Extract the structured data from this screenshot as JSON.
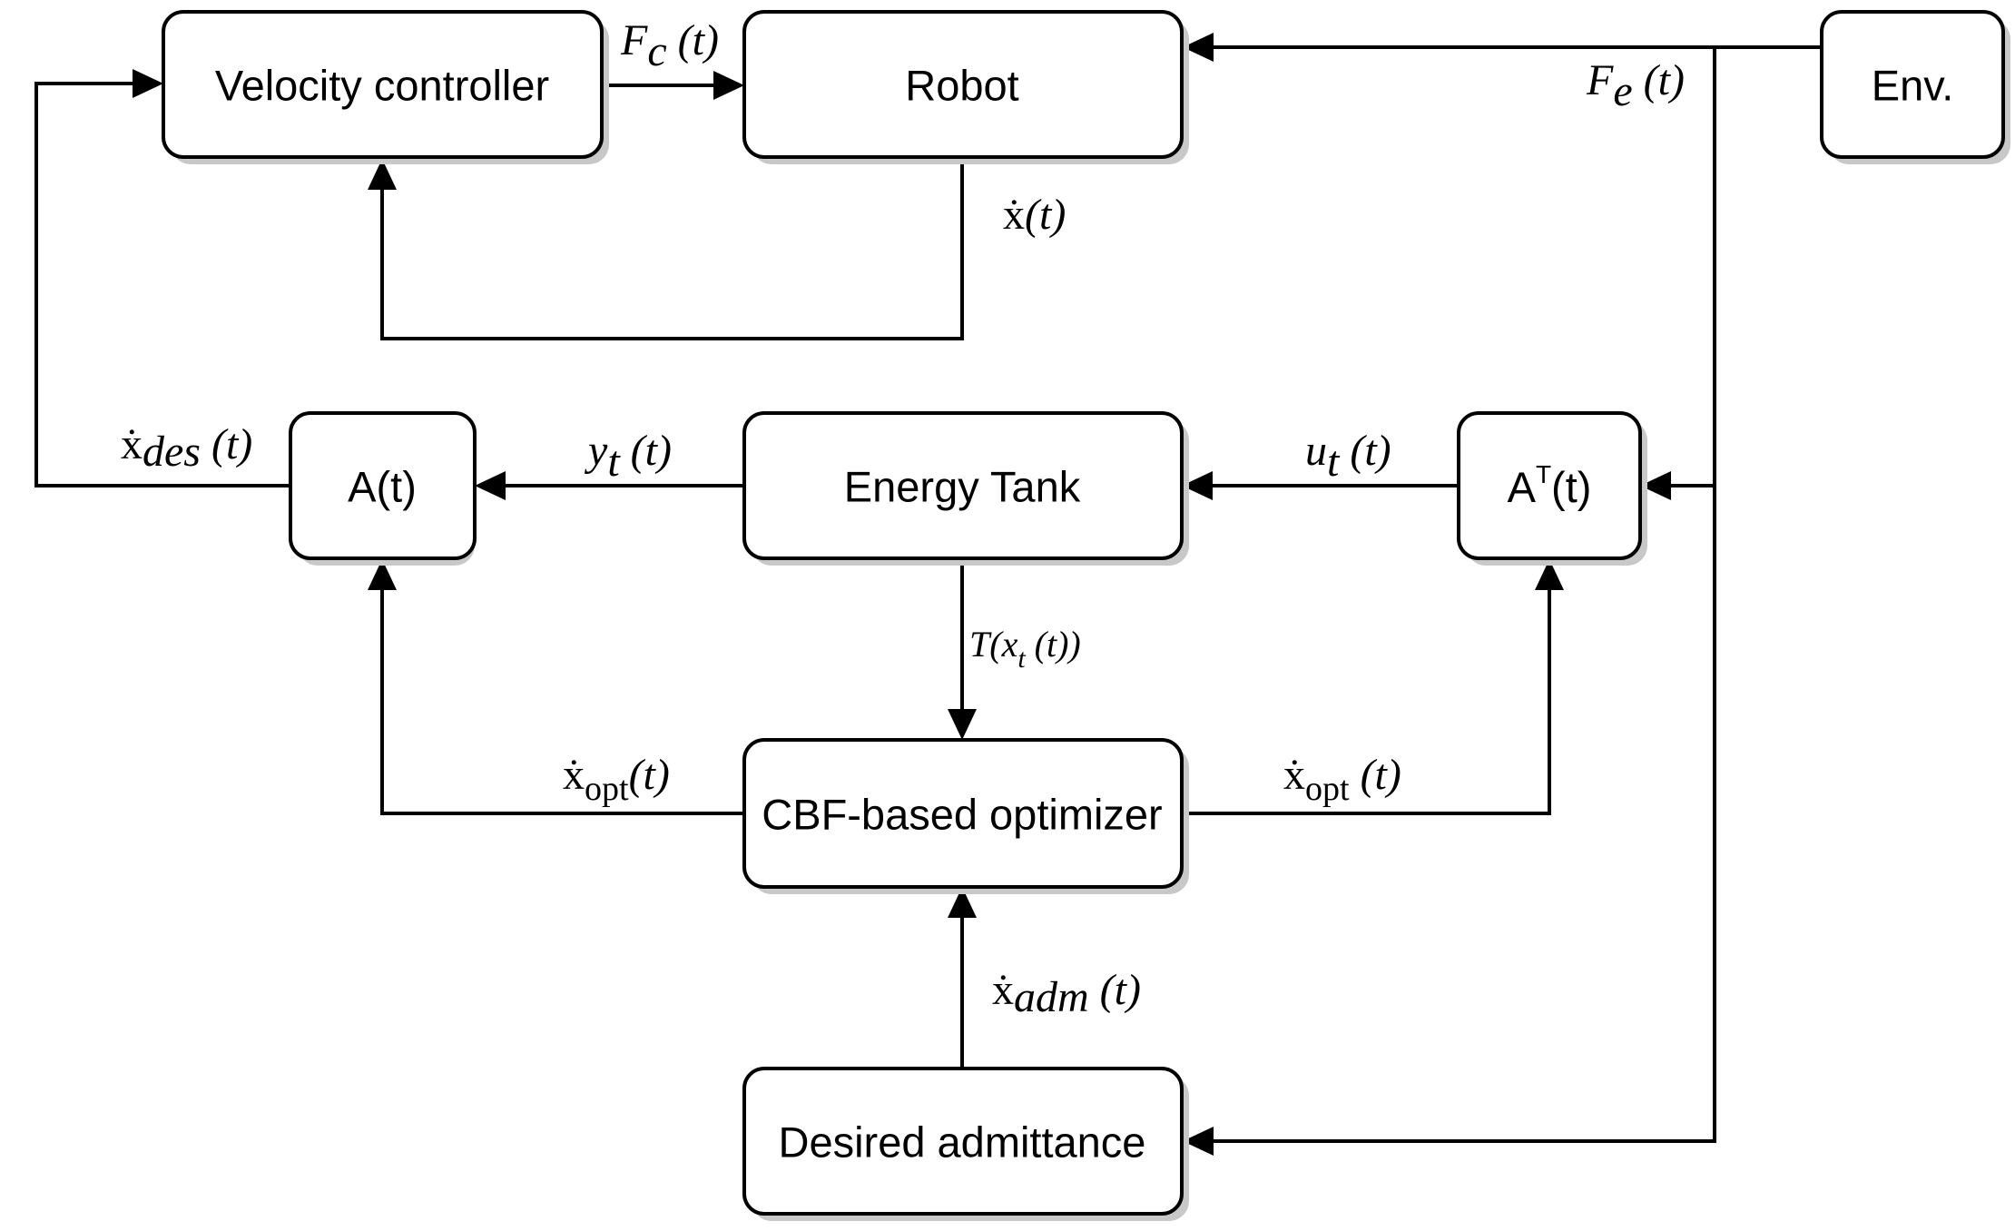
{
  "blocks": {
    "velocity_controller": "Velocity controller",
    "robot": "Robot",
    "env": "Env.",
    "a": "A(t)",
    "energy_tank": "Energy Tank",
    "a_transpose": {
      "base": "A",
      "sup": "T",
      "arg": "(t)"
    },
    "cbf_optimizer": "CBF-based optimizer",
    "desired_admittance": "Desired admittance"
  },
  "signals": {
    "fc": {
      "sym": "F",
      "sub": "c",
      "arg": " (t)"
    },
    "fe": {
      "sym": "F",
      "sub": "e",
      "arg": " (t)"
    },
    "xdot": {
      "sym": "ẋ",
      "arg": "(t)"
    },
    "xdot_des": {
      "sym": "ẋ",
      "sub": "des",
      "arg": " (t)"
    },
    "y_t": {
      "sym": "y",
      "sub": "t",
      "arg": " (t)"
    },
    "u_t": {
      "sym": "u",
      "sub": "t",
      "arg": " (t)"
    },
    "tank_energy": {
      "pre": "T(x",
      "sub": "t",
      "post": " (t))"
    },
    "xdot_opt_left": {
      "sym": "ẋ",
      "sub": "opt",
      "arg": "(t)"
    },
    "xdot_opt_right": {
      "sym": "ẋ",
      "sub": "opt",
      "arg": " (t)"
    },
    "xdot_adm": {
      "sym": "ẋ",
      "sub": "adm",
      "arg": " (t)"
    }
  }
}
